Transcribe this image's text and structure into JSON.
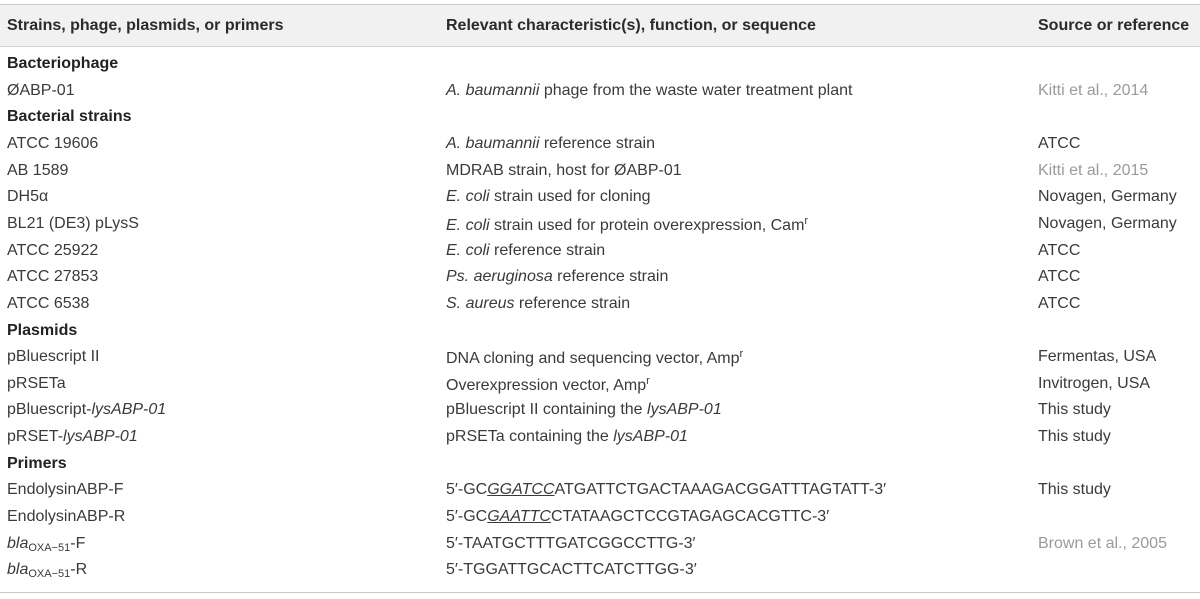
{
  "header": {
    "col1": "Strains, phage, plasmids, or primers",
    "col2": "Relevant characteristic(s), function, or sequence",
    "col3": "Source or reference"
  },
  "rows": [
    {
      "type": "section",
      "c1": "Bacteriophage"
    },
    {
      "type": "data",
      "c1": "ØABP-01",
      "c2_italic": "A. baumannii",
      "c2_rest": " phage from the waste water treatment plant",
      "c3": "Kitti et al., 2014",
      "c3_gray": true
    },
    {
      "type": "section",
      "c1": "Bacterial strains"
    },
    {
      "type": "data",
      "c1": "ATCC 19606",
      "c2_italic": "A. baumannii",
      "c2_rest": " reference strain",
      "c3": "ATCC"
    },
    {
      "type": "data",
      "c1": "AB 1589",
      "c2_rest": "MDRAB strain, host for ØABP-01",
      "c3": "Kitti et al., 2015",
      "c3_gray": true
    },
    {
      "type": "data",
      "c1": "DH5α",
      "c2_italic": "E. coli",
      "c2_rest": " strain used for cloning",
      "c3": "Novagen, Germany"
    },
    {
      "type": "data",
      "c1": "BL21 (DE3) pLysS",
      "c2_italic": "E. coli",
      "c2_rest": " strain used for protein overexpression, Cam",
      "c2_sup": "r",
      "c3": "Novagen, Germany"
    },
    {
      "type": "data",
      "c1": "ATCC 25922",
      "c2_italic": "E. coli",
      "c2_rest": " reference strain",
      "c3": "ATCC"
    },
    {
      "type": "data",
      "c1": "ATCC 27853",
      "c2_italic": "Ps. aeruginosa",
      "c2_rest": " reference strain",
      "c3": "ATCC"
    },
    {
      "type": "data",
      "c1": "ATCC 6538",
      "c2_italic": "S. aureus",
      "c2_rest": " reference strain",
      "c3": "ATCC"
    },
    {
      "type": "section",
      "c1": "Plasmids"
    },
    {
      "type": "data",
      "c1": "pBluescript II",
      "c2_rest": "DNA cloning and sequencing vector, Amp",
      "c2_sup": "r",
      "c3": "Fermentas, USA"
    },
    {
      "type": "data",
      "c1": "pRSETa",
      "c2_rest": "Overexpression vector, Amp",
      "c2_sup": "r",
      "c3": "Invitrogen, USA"
    },
    {
      "type": "data",
      "c1": "pBluescript-",
      "c1_italic": "lysABP-01",
      "c2_rest": "pBluescript II containing the ",
      "c2_italic_end": "lysABP-01",
      "c3": "This study"
    },
    {
      "type": "data",
      "c1": "pRSET-",
      "c1_italic": "lysABP-01",
      "c2_rest": "pRSETa containing the ",
      "c2_italic_end": "lysABP-01",
      "c3": "This study"
    },
    {
      "type": "section",
      "c1": "Primers"
    },
    {
      "type": "data",
      "c1": "EndolysinABP-F",
      "c2_pre": "5′-GC",
      "c2_ul": "GGATCC",
      "c2_rest": "ATGATTCTGACTAAAGACGGATTTAGTATT-3′",
      "c3": "This study"
    },
    {
      "type": "data",
      "c1": "EndolysinABP-R",
      "c2_pre": "5′-GC",
      "c2_ul": "GAATTC",
      "c2_rest": "CTATAAGCTCCGTAGAGCACGTTC-3′",
      "c3": ""
    },
    {
      "type": "data",
      "c1_italic_pre": "bla",
      "c1_sub": "OXA−51",
      "c1": "-F",
      "c2_rest": "5′-TAATGCTTTGATCGGCCTTG-3′",
      "c3": "Brown et al., 2005",
      "c3_gray": true
    },
    {
      "type": "data",
      "c1_italic_pre": "bla",
      "c1_sub": "OXA−51",
      "c1": "-R",
      "c2_rest": "5′-TGGATTGCACTTCATCTTGG-3′",
      "c3": ""
    }
  ]
}
